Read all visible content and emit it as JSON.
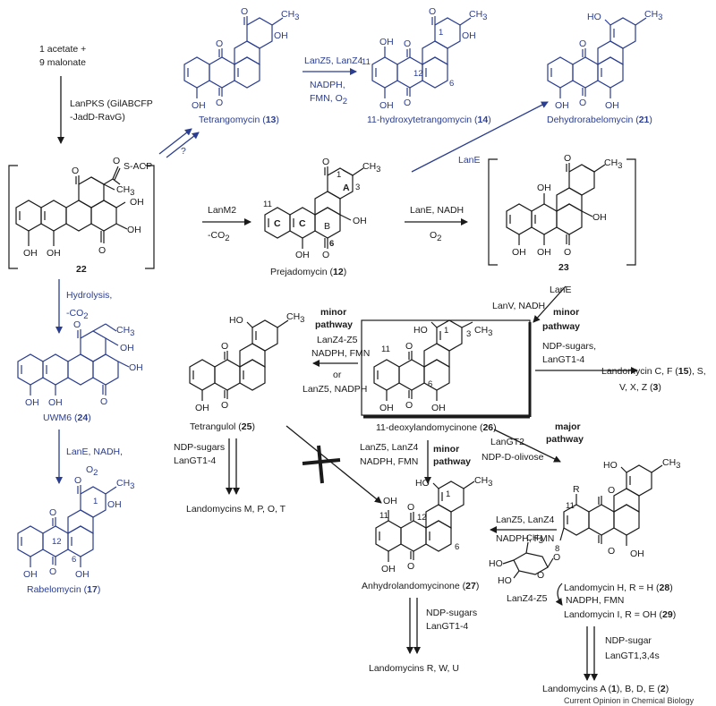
{
  "start": {
    "line1": "1 acetate +",
    "line2": "9 malonate"
  },
  "lanpks": {
    "line1": "LanPKS (GilABCFP",
    "line2": "-JadD-RavG)"
  },
  "question": "?",
  "c13": {
    "name": "Tetrangomycin",
    "num": "13"
  },
  "step_13_14": {
    "line1": "LanZ5, LanZ4",
    "line2": "NADPH,",
    "line3": "FMN, O",
    "o2_sub": "2"
  },
  "c14": {
    "name": "11-hydroxytetrangomycin",
    "num": "14"
  },
  "c21": {
    "name": "Dehydrorabelomycin",
    "num": "21"
  },
  "lane_top": "LanE",
  "c22": {
    "num": "22",
    "sacp": "S-ACP"
  },
  "lanm2": {
    "line1": "LanM2",
    "line2": "-CO",
    "sub": "2"
  },
  "c12": {
    "name": "Prejadomycin",
    "num": "12"
  },
  "lane_nadh": {
    "line1": "LanE, NADH",
    "line2": "O",
    "sub": "2"
  },
  "c23": {
    "num": "23"
  },
  "hydrolysis": {
    "line1": "Hydrolysis,",
    "line2": "-CO",
    "sub": "2"
  },
  "c24": {
    "name": "UWM6",
    "num": "24"
  },
  "lane_nadh2": {
    "line1": "LanE, NADH,",
    "line2": "O",
    "sub": "2"
  },
  "c17": {
    "name": "Rabelomycin",
    "num": "17"
  },
  "lanv": {
    "line1": "LanE",
    "line2": "LanV, NADH"
  },
  "minor_left": {
    "line1": "minor",
    "line2": "pathway",
    "line3": "LanZ4-Z5",
    "line4": "NADPH, FMN",
    "or": "or",
    "line5": "LanZ5, NADPH"
  },
  "c25": {
    "name": "Tetrangulol",
    "num": "25"
  },
  "c26": {
    "name": "11-deoxylandomycinone",
    "num": "26"
  },
  "minor_right": {
    "line1": "minor",
    "line2": "pathway",
    "line3": "NDP-sugars,",
    "line4": "LanGT1-4"
  },
  "landomycin_cf": {
    "text1": "Landomycin C, F (",
    "n1": "15",
    "text2": "), S,",
    "text3": "V, X, Z (",
    "n2": "3",
    "text4": ")"
  },
  "ndp_left": {
    "line1": "NDP-sugars",
    "line2": "LanGT1-4"
  },
  "lmpot": "Landomycins M, P, O, T",
  "minor_mid": {
    "line1": "LanZ5, LanZ4",
    "line2": "NADPH, FMN",
    "line3": "minor",
    "line4": "pathway"
  },
  "major": {
    "line1": "LanGT2",
    "line2": "NDP-D-olivose",
    "line3": "major",
    "line4": "pathway"
  },
  "c27": {
    "name": "Anhydrolandomycinone",
    "num": "27"
  },
  "step_28_27": {
    "line1": "LanZ5, LanZ4",
    "line2": "NADPH, FMN"
  },
  "c28": {
    "text": "Landomycin H, R = H (",
    "num": "28",
    "end": ")"
  },
  "c29_step": {
    "line1": "LanZ4-Z5",
    "line2": "NADPH, FMN"
  },
  "c29": {
    "text": "Landomycin I, R = OH (",
    "num": "29",
    "end": ")"
  },
  "ndp_27": {
    "line1": "NDP-sugars",
    "line2": "LanGT1-4"
  },
  "lrwu": "Landomycins R, W, U",
  "ndp_29": {
    "line1": "NDP-sugar",
    "line2": "LanGT1,3,4s"
  },
  "final": {
    "text1": "Landomycins A (",
    "n1": "1",
    "text2": "), B, D, E (",
    "n2": "2",
    "text3": ")"
  },
  "footer": "Current Opinion in Chemical Biology",
  "atoms": {
    "O": "O",
    "OH": "OH",
    "HO": "HO",
    "CH3": "CH",
    "three": "3",
    "R": "R",
    "A": "A",
    "B": "B",
    "C": "C",
    "n1": "1",
    "n3": "3",
    "n6": "6",
    "n8": "8",
    "n11": "11",
    "n12": "12"
  },
  "colors": {
    "black": "#1a1a1a",
    "blue": "#2a3d8f"
  }
}
